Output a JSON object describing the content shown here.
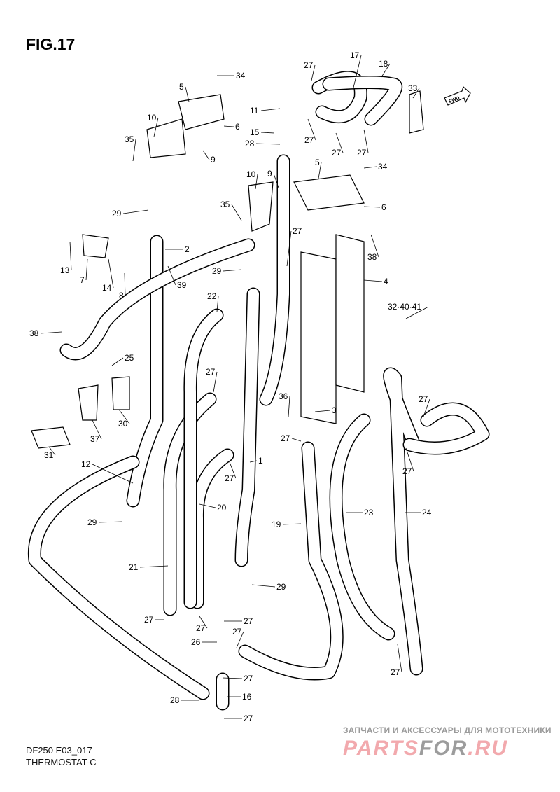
{
  "figure": {
    "title": "FIG.17",
    "fwd_label": "FWD"
  },
  "footer": {
    "model": "DF250 E03_017",
    "section": "THERMOSTAT-C"
  },
  "watermark": {
    "tagline": "ЗАПЧАСТИ И АКСЕССУАРЫ ДЛЯ МОТОТЕХНИКИ",
    "logo_a": "PARTS",
    "logo_b": "FOR",
    "logo_c": ".RU"
  },
  "callouts": [
    "34",
    "5",
    "6",
    "10",
    "35",
    "9",
    "29",
    "27",
    "17",
    "18",
    "33",
    "11",
    "15",
    "28",
    "27",
    "27",
    "27",
    "10",
    "9",
    "5",
    "34",
    "6",
    "35",
    "27",
    "38",
    "4",
    "2",
    "13",
    "7",
    "14",
    "8",
    "39",
    "29",
    "22",
    "32·40·41",
    "38",
    "25",
    "27",
    "36",
    "3",
    "27",
    "30",
    "37",
    "31",
    "12",
    "1",
    "27",
    "27",
    "27",
    "20",
    "23",
    "24",
    "19",
    "29",
    "21",
    "29",
    "27",
    "27",
    "27",
    "26",
    "27",
    "27",
    "27",
    "16",
    "28",
    "27"
  ]
}
